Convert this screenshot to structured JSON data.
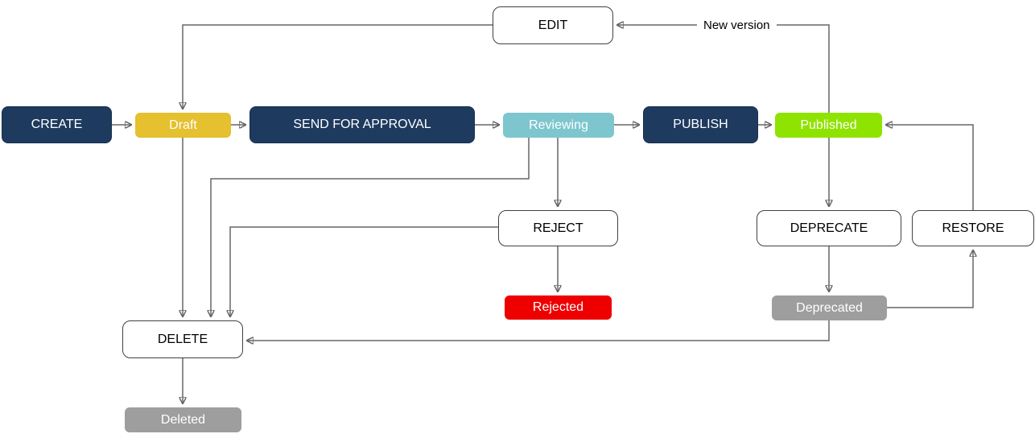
{
  "diagram": {
    "type": "flowchart-state-machine",
    "nodes": {
      "create": {
        "label": "CREATE",
        "kind": "action",
        "fill": "#1F3A5F",
        "text_color": "#FFFFFF"
      },
      "draft": {
        "label": "Draft",
        "kind": "state",
        "fill": "#E5C02F",
        "text_color": "#FFFFFF"
      },
      "send": {
        "label": "SEND FOR APPROVAL",
        "kind": "action",
        "fill": "#1F3A5F",
        "text_color": "#FFFFFF"
      },
      "reviewing": {
        "label": "Reviewing",
        "kind": "state",
        "fill": "#7EC6CE",
        "text_color": "#FFFFFF"
      },
      "publish": {
        "label": "PUBLISH",
        "kind": "action",
        "fill": "#1F3A5F",
        "text_color": "#FFFFFF"
      },
      "published": {
        "label": "Published",
        "kind": "state",
        "fill": "#8FE300",
        "text_color": "#FFFFFF"
      },
      "edit": {
        "label": "EDIT",
        "kind": "outline",
        "fill": "#FFFFFF",
        "text_color": "#000000"
      },
      "reject": {
        "label": "REJECT",
        "kind": "outline",
        "fill": "#FFFFFF",
        "text_color": "#000000"
      },
      "rejected": {
        "label": "Rejected",
        "kind": "state",
        "fill": "#EE0000",
        "text_color": "#FFFFFF"
      },
      "deprecate": {
        "label": "DEPRECATE",
        "kind": "outline",
        "fill": "#FFFFFF",
        "text_color": "#000000"
      },
      "restore": {
        "label": "RESTORE",
        "kind": "outline",
        "fill": "#FFFFFF",
        "text_color": "#000000"
      },
      "deprecated": {
        "label": "Deprecated",
        "kind": "state",
        "fill": "#9E9E9E",
        "text_color": "#FFFFFF"
      },
      "delete": {
        "label": "DELETE",
        "kind": "outline",
        "fill": "#FFFFFF",
        "text_color": "#000000"
      },
      "deleted": {
        "label": "Deleted",
        "kind": "state",
        "fill": "#9E9E9E",
        "text_color": "#FFFFFF"
      }
    },
    "edges": [
      {
        "from": "CREATE",
        "to": "Draft"
      },
      {
        "from": "Draft",
        "to": "SEND FOR APPROVAL"
      },
      {
        "from": "SEND FOR APPROVAL",
        "to": "Reviewing"
      },
      {
        "from": "Reviewing",
        "to": "PUBLISH"
      },
      {
        "from": "PUBLISH",
        "to": "Published"
      },
      {
        "from": "Published",
        "to": "EDIT",
        "label": "New version"
      },
      {
        "from": "EDIT",
        "to": "Draft"
      },
      {
        "from": "Draft",
        "to": "DELETE"
      },
      {
        "from": "Reviewing",
        "to": "DELETE"
      },
      {
        "from": "Reviewing",
        "to": "REJECT"
      },
      {
        "from": "REJECT",
        "to": "DELETE"
      },
      {
        "from": "REJECT",
        "to": "Rejected"
      },
      {
        "from": "Published",
        "to": "DEPRECATE"
      },
      {
        "from": "DEPRECATE",
        "to": "Deprecated"
      },
      {
        "from": "Deprecated",
        "to": "RESTORE"
      },
      {
        "from": "RESTORE",
        "to": "Published"
      },
      {
        "from": "Deprecated",
        "to": "DELETE"
      },
      {
        "from": "DELETE",
        "to": "Deleted"
      }
    ],
    "edge_labels": {
      "new_version": "New version"
    },
    "colors": {
      "navy": "#1F3A5F",
      "navy_border": "#16304F",
      "yellow": "#E5C02F",
      "teal": "#7EC6CE",
      "lime": "#8FE300",
      "red": "#EE0000",
      "gray": "#9E9E9E",
      "line": "#666666",
      "node_border": "#404040"
    }
  }
}
